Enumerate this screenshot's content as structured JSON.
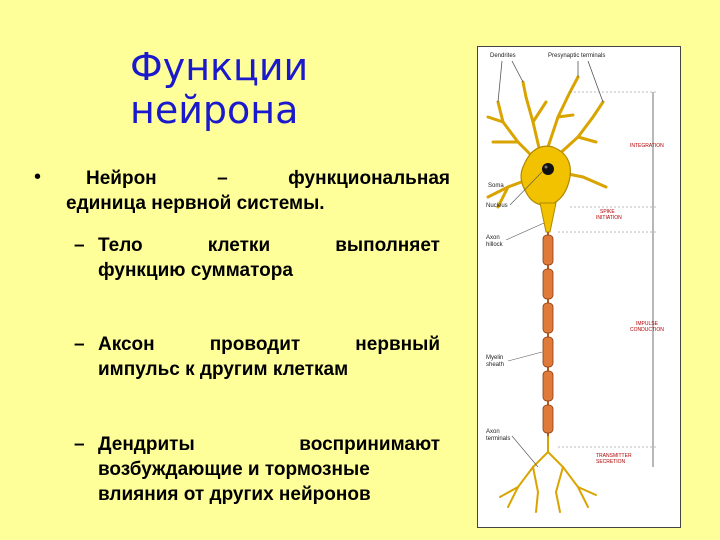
{
  "title": {
    "line1": "Функции",
    "line2": "нейрона"
  },
  "bullet": "•",
  "main": {
    "line1_parts": [
      "Нейрон",
      "–",
      "функциональная"
    ],
    "line2": "единица нервной системы."
  },
  "sub1": {
    "dash": "–",
    "line1_parts": [
      "Тело",
      "клетки",
      "выполняет"
    ],
    "line2": "функцию сумматора"
  },
  "sub2": {
    "dash": "–",
    "line1_parts": [
      "Аксон",
      "проводит",
      "нервный"
    ],
    "line2": "импульс к другим клеткам"
  },
  "sub3": {
    "dash": "–",
    "line1_parts": [
      "Дендриты",
      "воспринимают"
    ],
    "line2": "возбуждающие и тормозные",
    "line3": "влияния от других нейронов"
  },
  "figure": {
    "top_labels": {
      "dendrites": "Dendrites",
      "presynaptic": "Presynaptic terminals"
    },
    "left_labels": {
      "soma": "Soma",
      "nucleus": "Nucleus",
      "axon_hillock_1": "Axon",
      "axon_hillock_2": "hillock",
      "myelin_1": "Myelin",
      "myelin_2": "sheath",
      "axon_terminals_1": "Axon",
      "axon_terminals_2": "terminals"
    },
    "right_labels": {
      "integration": "INTEGRATION",
      "spike_1": "SPIKE",
      "spike_2": "INITIATION",
      "impulse_1": "IMPULSE",
      "impulse_2": "CONDUCTION",
      "transmitter_1": "TRANSMITTER",
      "transmitter_2": "SECRETION"
    },
    "colors": {
      "cell": "#f2c200",
      "cell_edge": "#b08800",
      "axon": "#e07a3a",
      "label_red": "#b00000"
    }
  }
}
